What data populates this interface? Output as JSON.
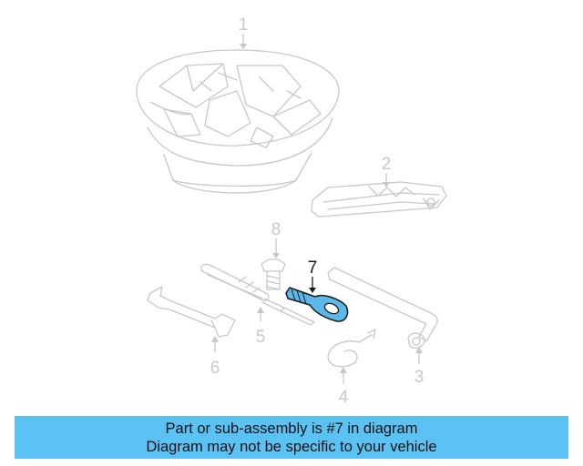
{
  "callouts": [
    "1",
    "2",
    "3",
    "4",
    "5",
    "6",
    "7",
    "8"
  ],
  "highlight_callout": "7",
  "colors": {
    "banner_bg": "#5bc2f4",
    "highlight_fill": "#5bb8e8",
    "highlight_stroke": "#1a1a1a",
    "part_stroke": "#c8c8c8"
  },
  "banner": {
    "line1": "Part or sub-assembly is #7 in diagram",
    "line2": "Diagram may not be specific to your vehicle"
  }
}
